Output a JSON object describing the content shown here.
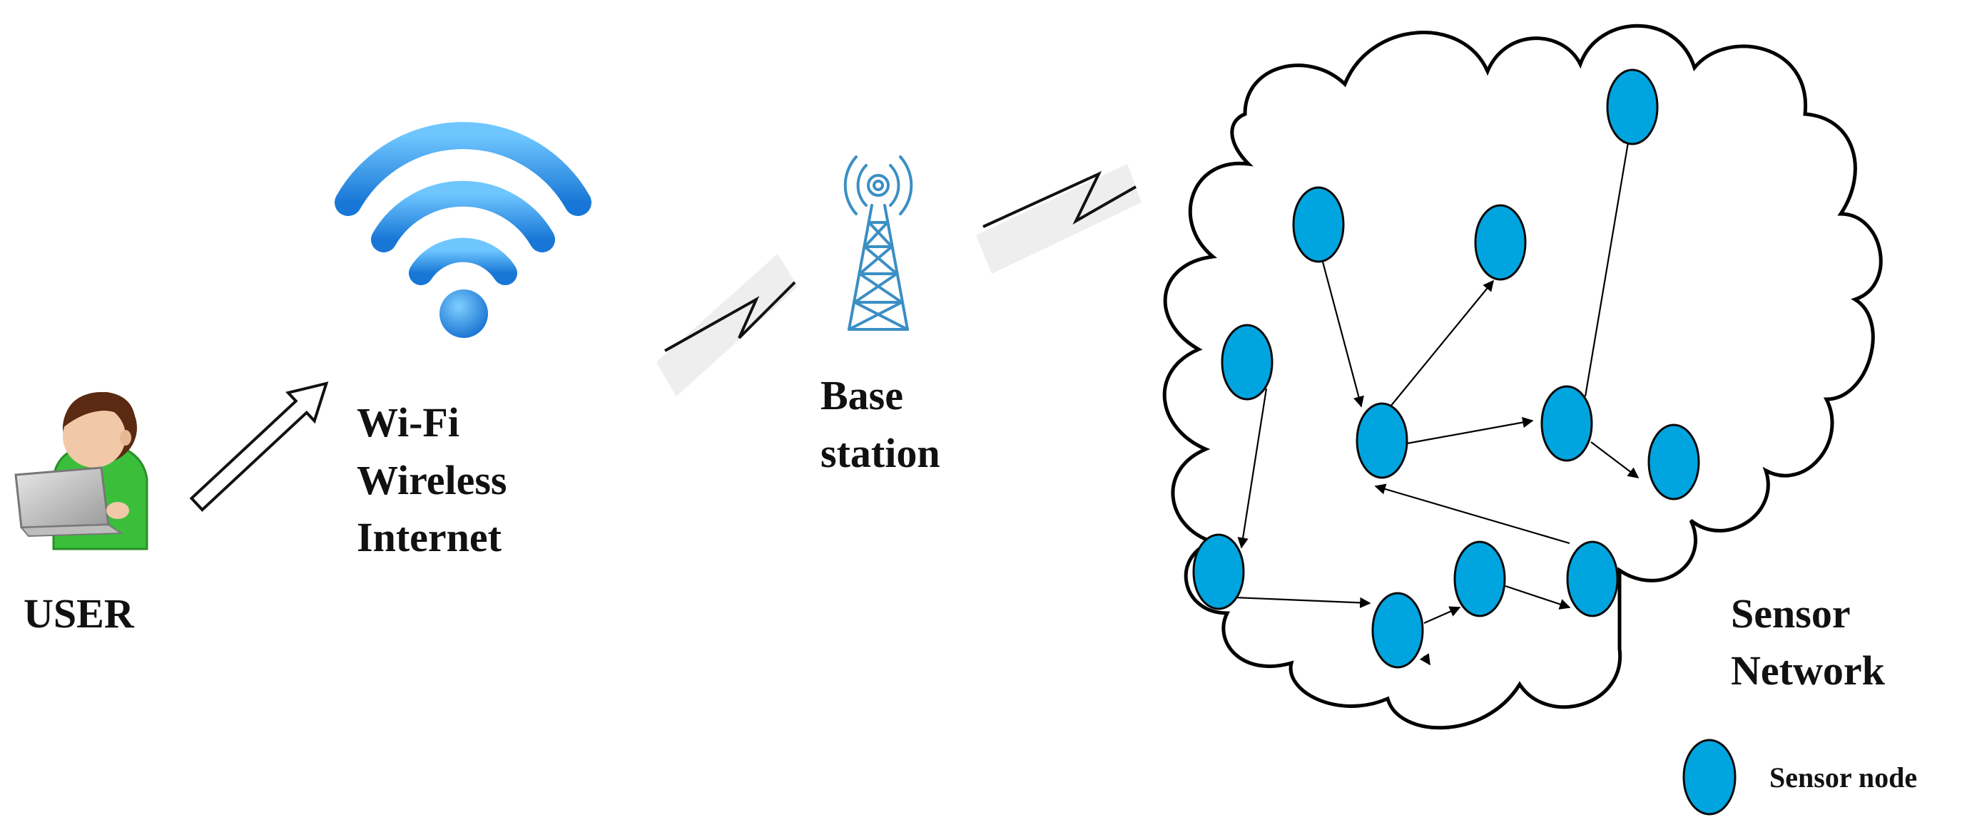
{
  "labels": {
    "user": "USER",
    "wifi_line1": "Wi-Fi",
    "wifi_line2": "Wireless",
    "wifi_line3": "Internet",
    "base_line1": "Base",
    "base_line2": "station",
    "sensor_network_line1": "Sensor",
    "sensor_network_line2": "Network",
    "legend": "Sensor node"
  },
  "icons": {
    "user": "user-with-laptop-icon",
    "wifi": "wifi-signal-icon",
    "tower": "radio-tower-icon",
    "wireless_link": "lightning-link-icon",
    "upload_arrow": "hollow-arrow-icon"
  },
  "colors": {
    "sensor_node": "#00a5e0",
    "sensor_node_stroke": "#0a0a0a",
    "wifi_blue": "#1e8fe8",
    "tower_blue": "#3b8fc4",
    "user_shirt": "#3bbf3b",
    "cloud_stroke": "#000000"
  }
}
